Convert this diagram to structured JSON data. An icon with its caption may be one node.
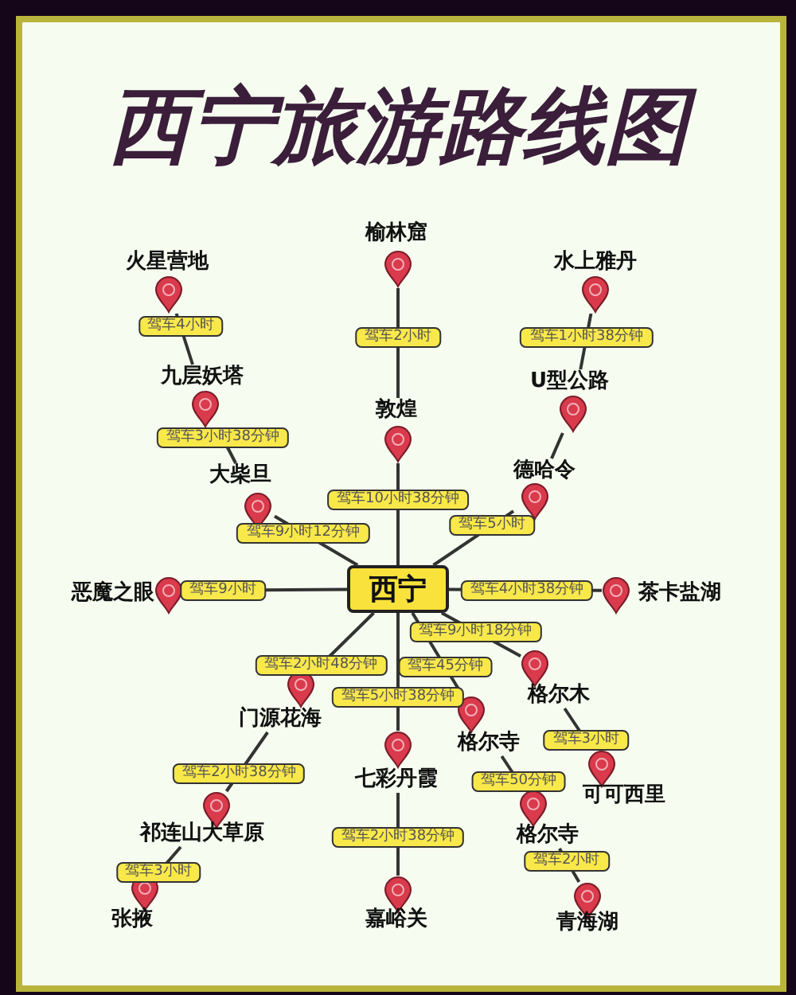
{
  "diagram": {
    "title": "西宁旅游路线图",
    "nodes": [
      {
        "text": [
          "榆林窟"
        ]
      },
      {
        "text": [
          "火星营地"
        ]
      },
      {
        "text": [
          "水上雅丹"
        ]
      },
      {
        "text": [
          "九层妖塔"
        ]
      },
      {
        "text": [
          "U型公路"
        ]
      },
      {
        "text": [
          "敦煌"
        ]
      },
      {
        "text": [
          "德哈令"
        ]
      },
      {
        "text": [
          "大柴旦"
        ]
      },
      {
        "text": [
          "恶魔之眼"
        ]
      },
      {
        "text": [
          "西宁"
        ]
      },
      {
        "text": [
          "茶卡盐湖"
        ]
      },
      {
        "text": [
          "格尔木"
        ]
      },
      {
        "text": [
          "门源花海"
        ]
      },
      {
        "text": [
          "格尔寺"
        ]
      },
      {
        "text": [
          "七彩丹霞"
        ]
      },
      {
        "text": [
          "可可西里"
        ]
      },
      {
        "text": [
          "祁连山大草原"
        ]
      },
      {
        "text": [
          "格尔寺"
        ]
      },
      {
        "text": [
          "嘉峪关"
        ]
      },
      {
        "text": [
          "青海湖"
        ]
      },
      {
        "text": [
          "张掖"
        ]
      }
    ],
    "edges": [
      {
        "from": 9,
        "to": 7,
        "arrow": "none",
        "label": "驾车9小时12分钟"
      },
      {
        "from": 7,
        "to": 3,
        "arrow": "none",
        "label": "驾车3小时38分钟"
      },
      {
        "from": 3,
        "to": 1,
        "arrow": "none",
        "label": "驾车4小时"
      },
      {
        "from": 9,
        "to": 5,
        "arrow": "none",
        "label": "驾车10小时38分钟"
      },
      {
        "from": 5,
        "to": 0,
        "arrow": "none",
        "label": "驾车2小时"
      },
      {
        "from": 9,
        "to": 6,
        "arrow": "none",
        "label": "驾车5小时"
      },
      {
        "from": 6,
        "to": 4,
        "arrow": "none"
      },
      {
        "from": 4,
        "to": 2,
        "arrow": "none",
        "label": "驾车1小时38分钟"
      },
      {
        "from": 9,
        "to": 8,
        "arrow": "none",
        "label": "驾车9小时"
      },
      {
        "from": 9,
        "to": 10,
        "arrow": "none",
        "label": "驾车4小时38分钟"
      },
      {
        "from": 9,
        "to": 11,
        "arrow": "none",
        "label": "驾车9小时18分钟"
      },
      {
        "from": 11,
        "to": 15,
        "arrow": "none",
        "label": "驾车3小时"
      },
      {
        "from": 9,
        "to": 13,
        "arrow": "none",
        "label": "驾车45分钟"
      },
      {
        "from": 13,
        "to": 17,
        "arrow": "none",
        "label": "驾车50分钟"
      },
      {
        "from": 17,
        "to": 19,
        "arrow": "none",
        "label": "驾车2小时"
      },
      {
        "from": 9,
        "to": 14,
        "arrow": "none",
        "label": "驾车5小时38分钟"
      },
      {
        "from": 14,
        "to": 18,
        "arrow": "none",
        "label": "驾车2小时38分钟"
      },
      {
        "from": 9,
        "to": 12,
        "arrow": "none",
        "label": "驾车2小时48分钟"
      },
      {
        "from": 12,
        "to": 16,
        "arrow": "none",
        "label": "驾车2小时38分钟"
      },
      {
        "from": 16,
        "to": 20,
        "arrow": "none",
        "label": "驾车3小时"
      }
    ]
  }
}
